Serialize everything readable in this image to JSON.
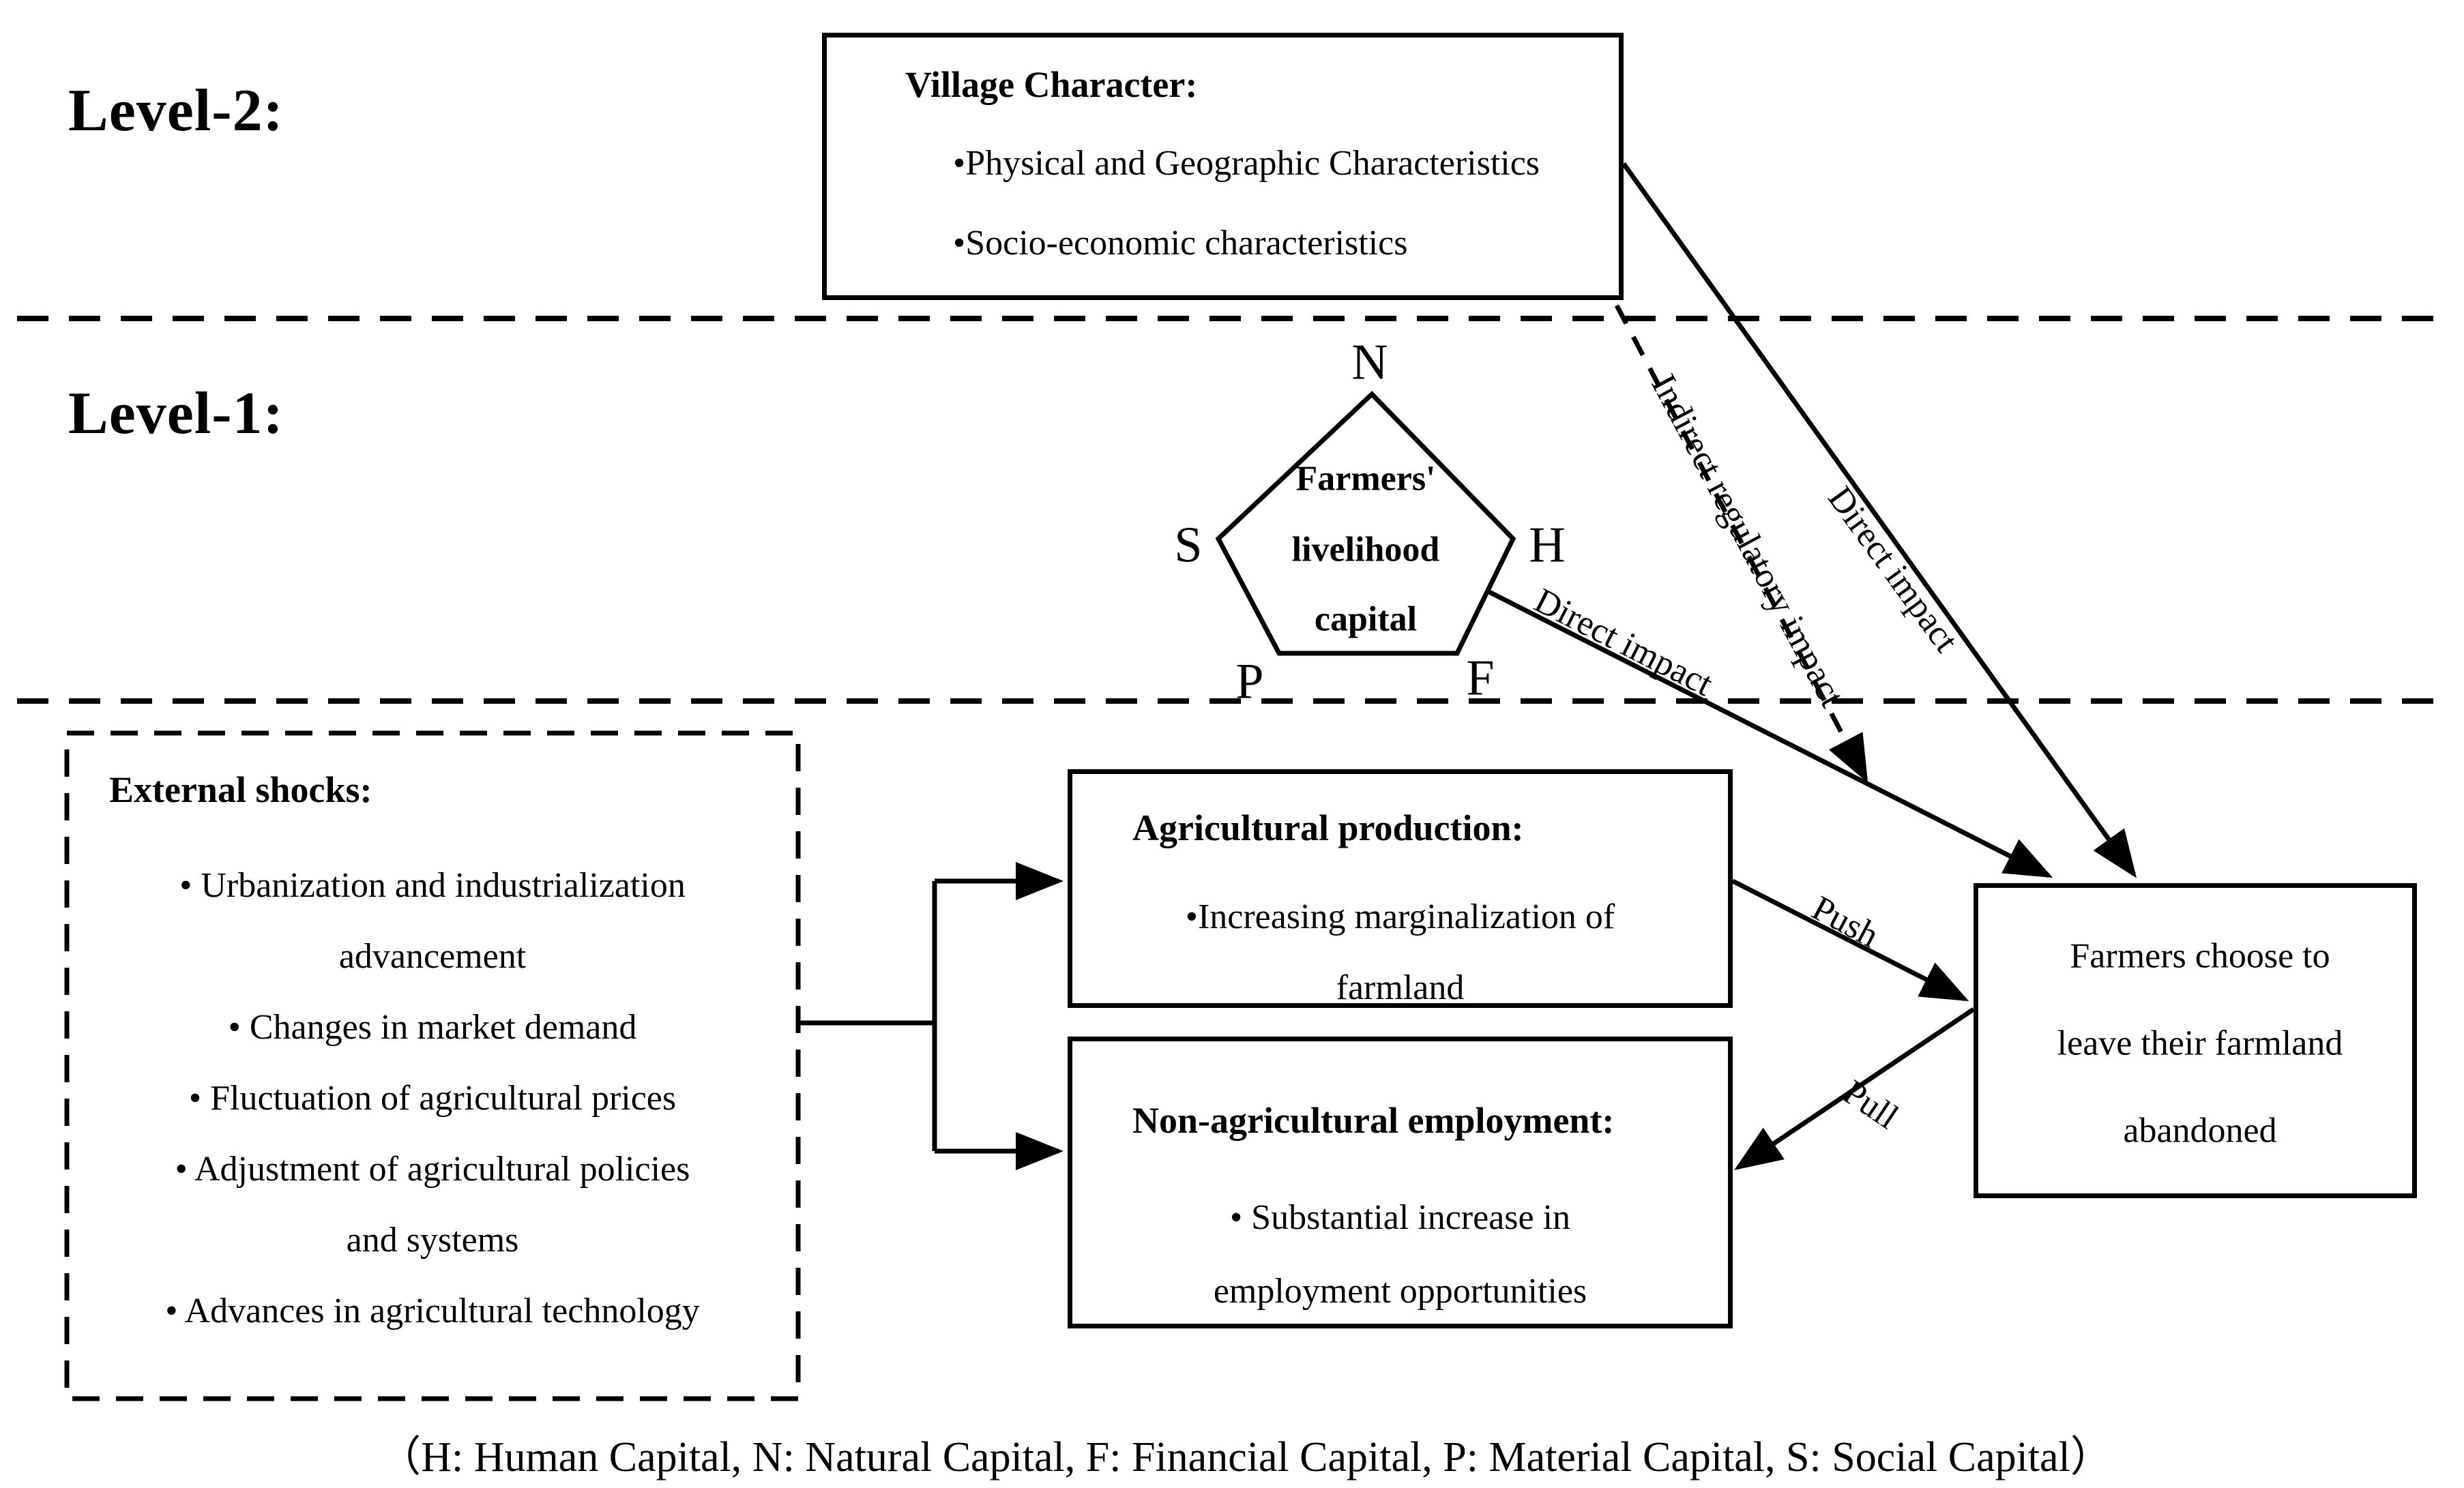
{
  "levels": {
    "level2": "Level-2:",
    "level1": "Level-1:"
  },
  "village_box": {
    "title": "Village Character:",
    "bullet1": "•Physical and Geographic Characteristics",
    "bullet2": "•Socio-economic characteristics"
  },
  "pentagon": {
    "line1": "Farmers'",
    "line2": "livelihood",
    "line3": "capital",
    "vertex_n": "N",
    "vertex_s": "S",
    "vertex_h": "H",
    "vertex_p": "P",
    "vertex_f": "F"
  },
  "external_box": {
    "title": "External shocks:",
    "line1": "• Urbanization and industrialization",
    "line2": "advancement",
    "line3": "• Changes in market demand",
    "line4": "• Fluctuation of agricultural prices",
    "line5": "• Adjustment of agricultural policies",
    "line6": "and systems",
    "line7": "• Advances in agricultural technology"
  },
  "ag_box": {
    "title": "Agricultural production:",
    "line1": "•Increasing marginalization of",
    "line2": "farmland"
  },
  "nonag_box": {
    "title": "Non-agricultural employment:",
    "line1": "• Substantial increase in",
    "line2": "employment opportunities"
  },
  "farmers_box": {
    "line1": "Farmers choose to",
    "line2": "leave their farmland",
    "line3": "abandoned"
  },
  "arrow_labels": {
    "direct_village": "Direct impact",
    "indirect": "Indirect regulatory impact",
    "direct_pentagon": "Direct impact",
    "push": "Push",
    "pull": "Pull"
  },
  "legend": "（H: Human Capital, N: Natural Capital, F: Financial Capital, P: Material Capital, S: Social Capital）",
  "colors": {
    "ink": "#000000",
    "background": "#ffffff"
  }
}
